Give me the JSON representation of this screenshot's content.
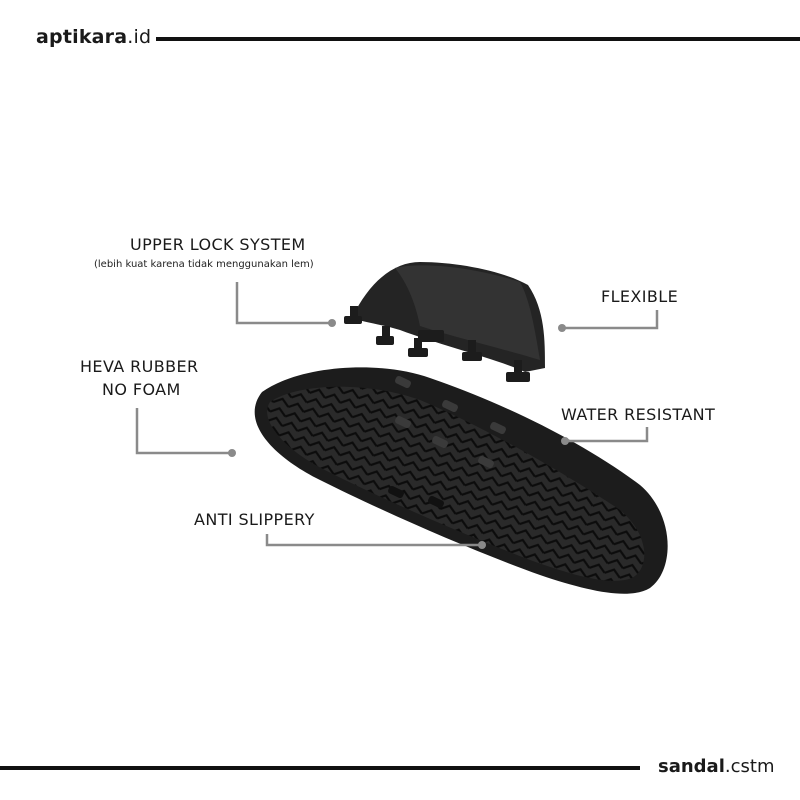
{
  "header": {
    "brand_bold": "aptikara",
    "brand_suffix": ".id"
  },
  "footer": {
    "brand_bold": "sandal",
    "brand_suffix": ".cstm"
  },
  "callouts": {
    "upper_lock": {
      "title": "UPPER LOCK SYSTEM",
      "subtitle": "(lebih kuat karena tidak menggunakan lem)"
    },
    "flexible": {
      "title": "FLEXIBLE"
    },
    "heva": {
      "line1": "HEVA RUBBER",
      "line2": "NO FOAM"
    },
    "water": {
      "title": "WATER RESISTANT"
    },
    "anti_slip": {
      "title": "ANTI SLIPPERY"
    }
  },
  "colors": {
    "line": "#8a8a8a",
    "product": "#1c1c1c",
    "rule": "#111111"
  }
}
